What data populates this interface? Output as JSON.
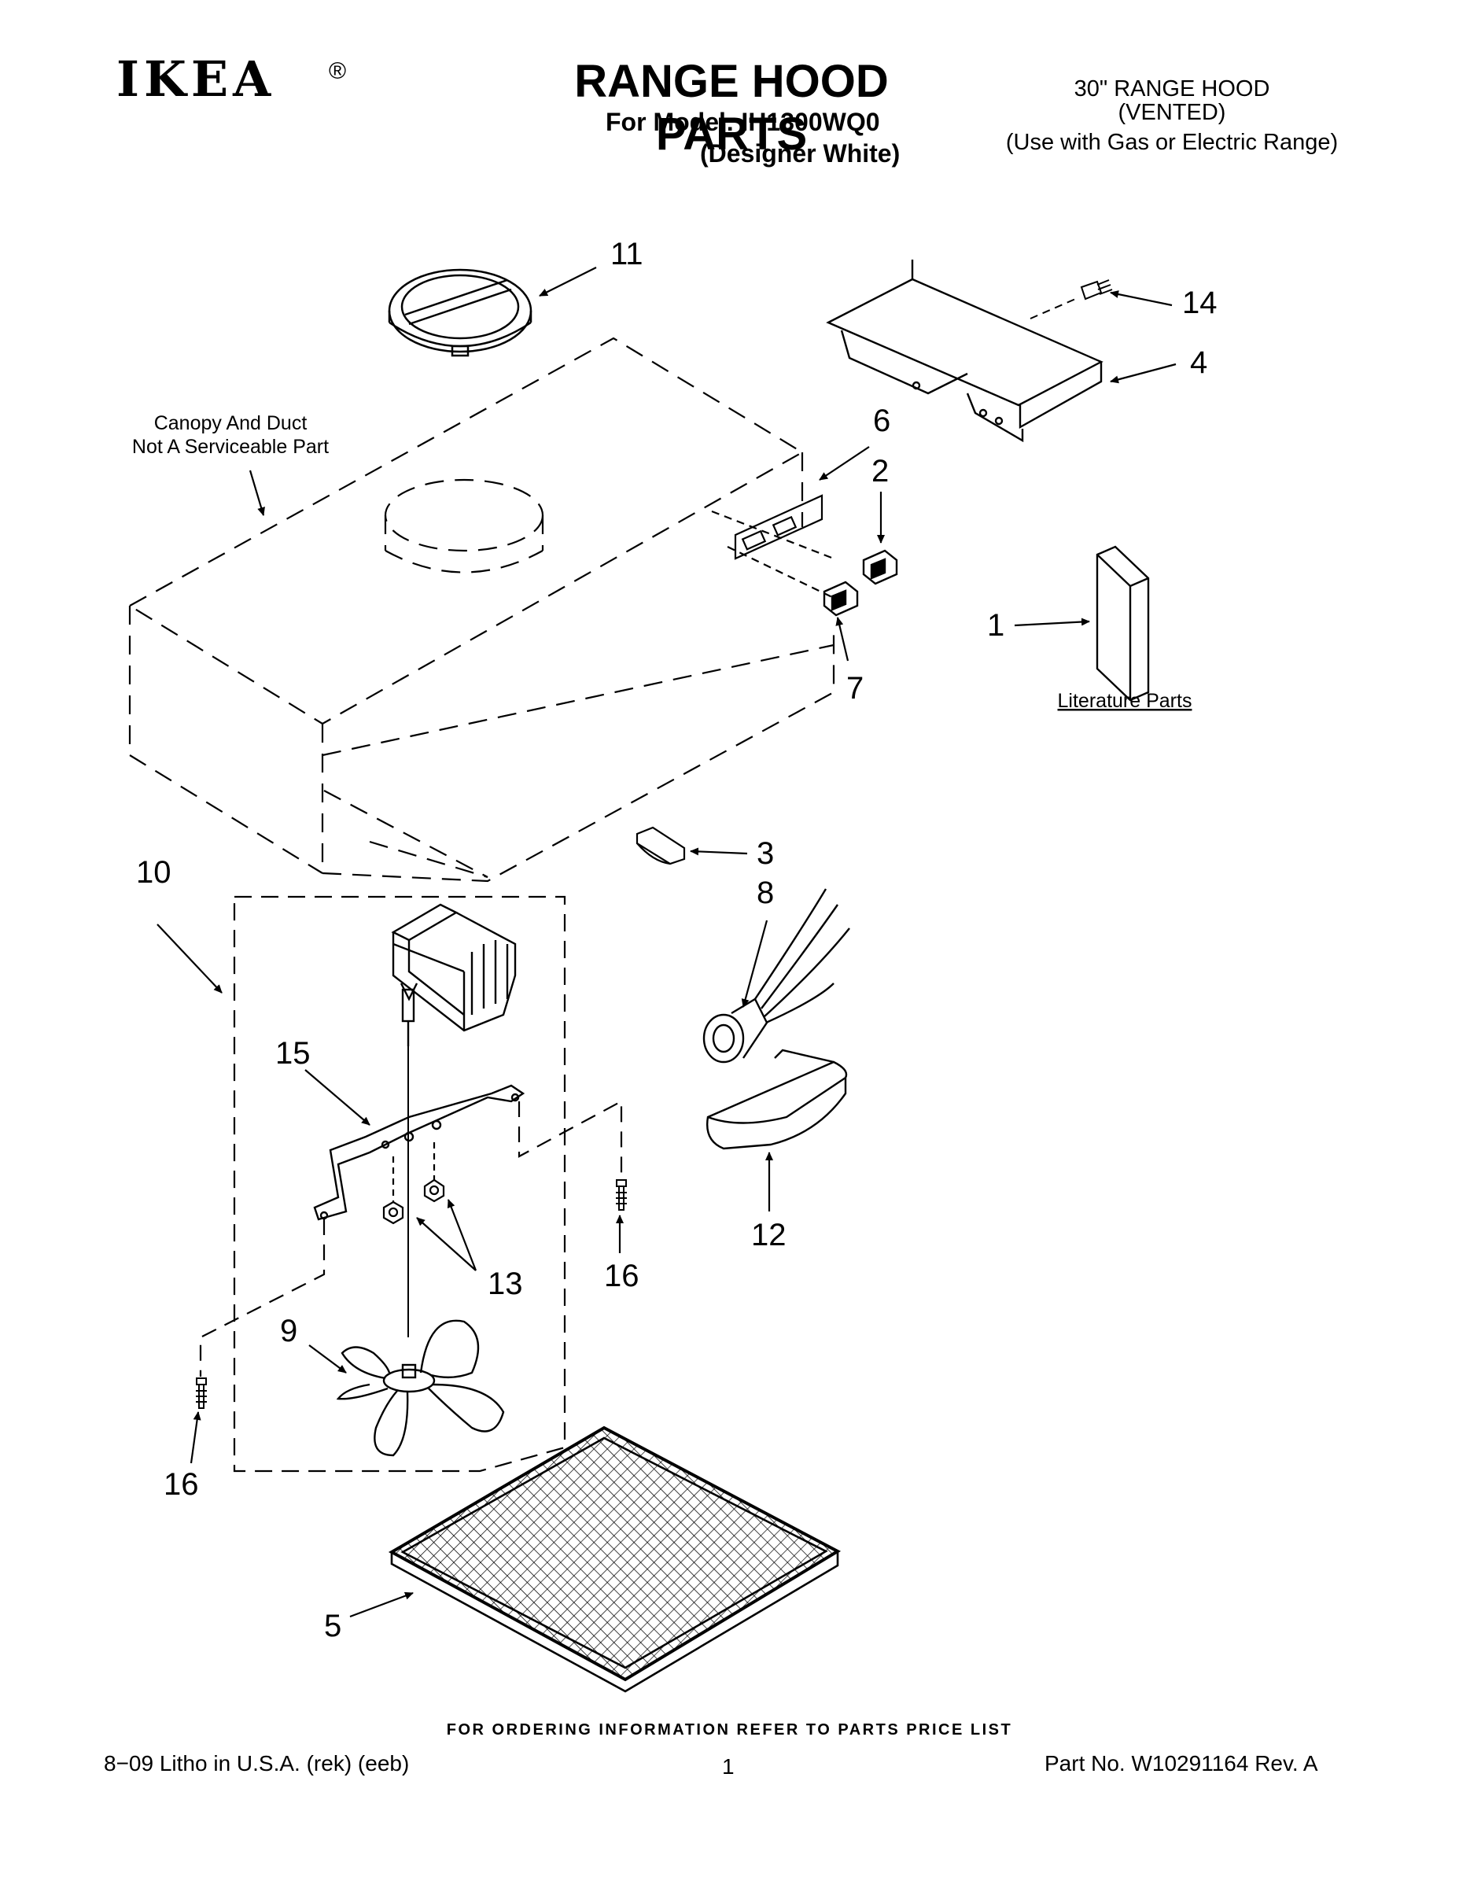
{
  "header": {
    "brand": "IKEA",
    "registered_mark": "®",
    "title": "RANGE HOOD PARTS",
    "model_line": "For Model: IH1300WQ0",
    "color_line": "(Designer White)",
    "product_line1": "30\" RANGE HOOD",
    "product_line2": "(VENTED)",
    "product_line3": "(Use with Gas or Electric Range)"
  },
  "diagram": {
    "canopy_note_line1": "Canopy And Duct",
    "canopy_note_line2": "Not A Serviceable Part",
    "literature_label": "Literature Parts",
    "callouts": {
      "c1": "1",
      "c2": "2",
      "c3": "3",
      "c4": "4",
      "c5": "5",
      "c6": "6",
      "c7": "7",
      "c8": "8",
      "c9": "9",
      "c10": "10",
      "c11": "11",
      "c12": "12",
      "c13": "13",
      "c14": "14",
      "c15": "15",
      "c16a": "16",
      "c16b": "16"
    }
  },
  "footer": {
    "ordering_info": "FOR ORDERING INFORMATION REFER TO PARTS PRICE LIST",
    "litho": "8−09 Litho in U.S.A. (rek) (eeb)",
    "page_number": "1",
    "part_number": "Part No. W10291164 Rev. A"
  }
}
